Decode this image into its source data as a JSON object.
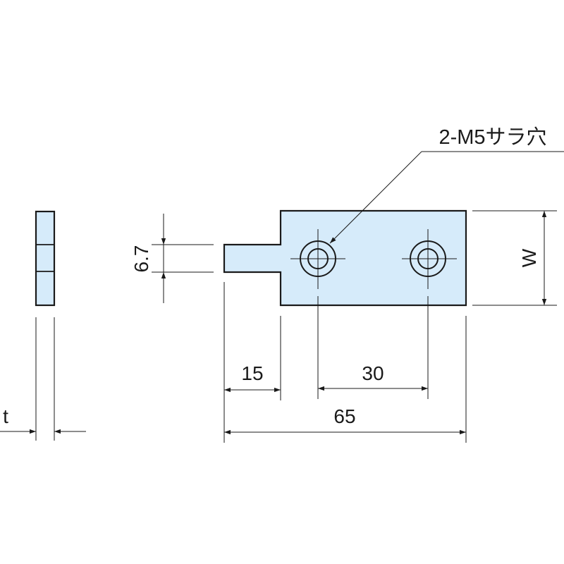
{
  "colors": {
    "part_fill": "#d6ebfa",
    "line": "#1a1a1a",
    "background": "#ffffff"
  },
  "labels": {
    "callout": "2-M5サラ穴",
    "dim_tab_height": "6.7",
    "dim_width": "W",
    "dim_thickness": "t",
    "dim_tab_length": "15",
    "dim_hole_pitch": "30",
    "dim_overall_length": "65"
  }
}
